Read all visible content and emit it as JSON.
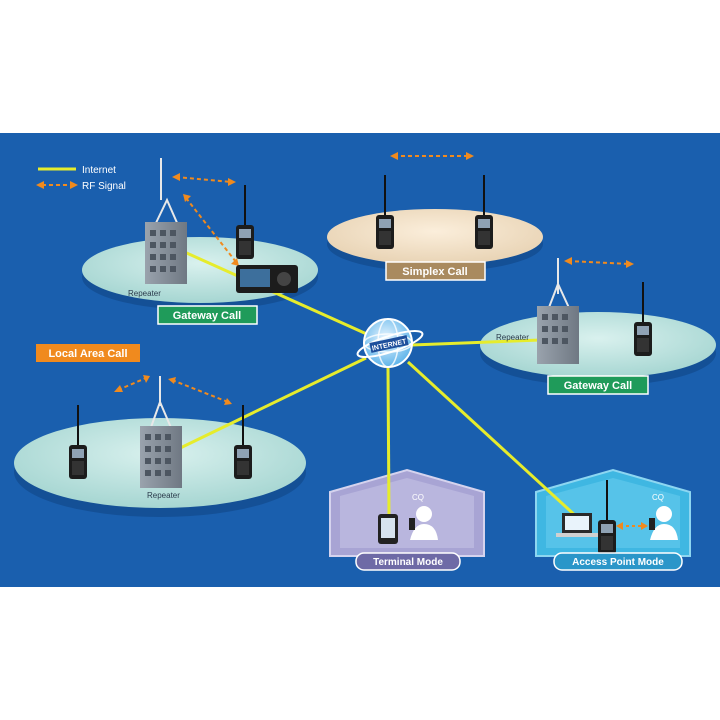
{
  "legend": {
    "internet": "Internet",
    "rf_signal": "RF Signal"
  },
  "labels": {
    "gateway_call_left": "Gateway Call",
    "gateway_call_right": "Gateway Call",
    "simplex_call": "Simplex Call",
    "local_area_call": "Local Area Call",
    "terminal_mode": "Terminal Mode",
    "access_point_mode": "Access Point Mode",
    "repeater_top_left": "Repeater",
    "repeater_right": "Repeater",
    "repeater_bottom": "Repeater",
    "internet_globe": "INTERNET",
    "speech_left": "CQ",
    "speech_right": "CQ"
  },
  "colors": {
    "background": "#1a5fae",
    "internet_line": "#e6ec2c",
    "rf_signal": "#f08a1e",
    "gateway_label": "#1f9b5a",
    "simplex_label": "#a98a5f",
    "local_area_label": "#f08a1e",
    "terminal_house": "#a8a4d4",
    "access_point_house": "#3fb7e2",
    "platform": "#bfe3e0",
    "simplex_platform": "#f1e1c8"
  }
}
